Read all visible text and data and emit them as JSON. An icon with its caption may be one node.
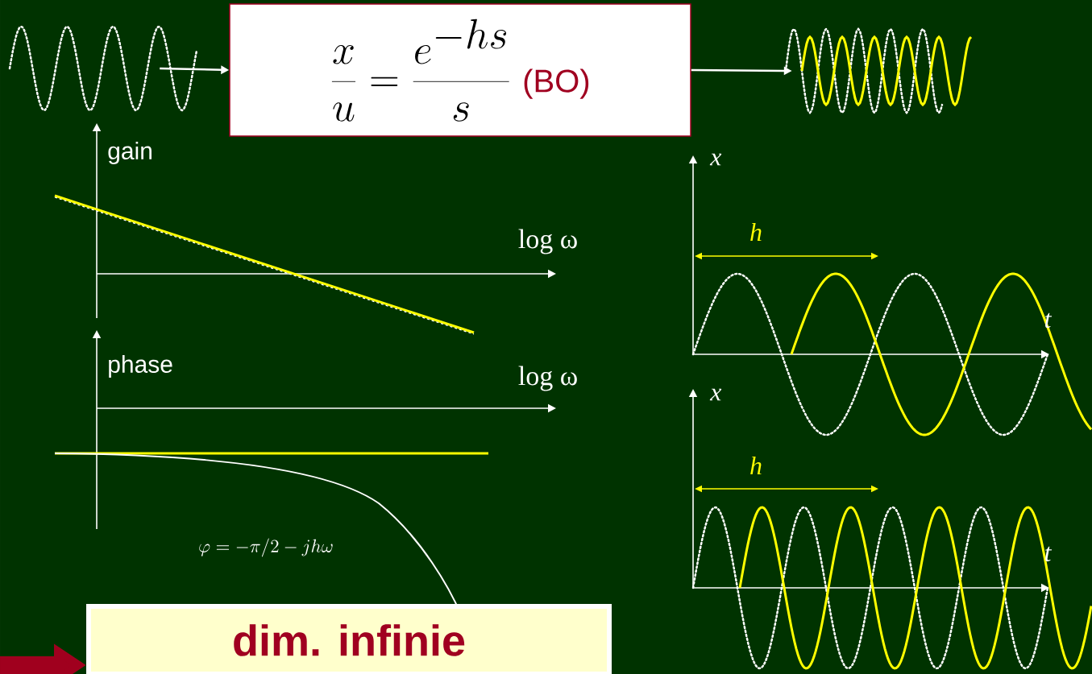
{
  "diagram": {
    "nodes": [
      {
        "text": [],
        "shape": "picture"
      },
      {
        "text": [
          "\\frac{x}{u} = \\frac{e^{-hs}}{s}",
          "(BO)"
        ]
      },
      {
        "text": [],
        "shape": "picture"
      },
      {
        "text": [
          "dim. infinie"
        ]
      }
    ],
    "edges": [
      {
        "from": 0,
        "to": 1,
        "arrow": "to"
      },
      {
        "from": 1,
        "to": 2,
        "arrow": "to"
      },
      {
        "from": null,
        "to": 3,
        "arrow": "to",
        "style": "thick",
        "color": "#a0001e"
      }
    ],
    "labels": [
      "gain",
      "x",
      "h",
      "log ω",
      "t",
      "phase",
      "log ω",
      "x",
      "h",
      "\\varphi = -\\pi/2 - jh\\omega",
      "t"
    ]
  }
}
